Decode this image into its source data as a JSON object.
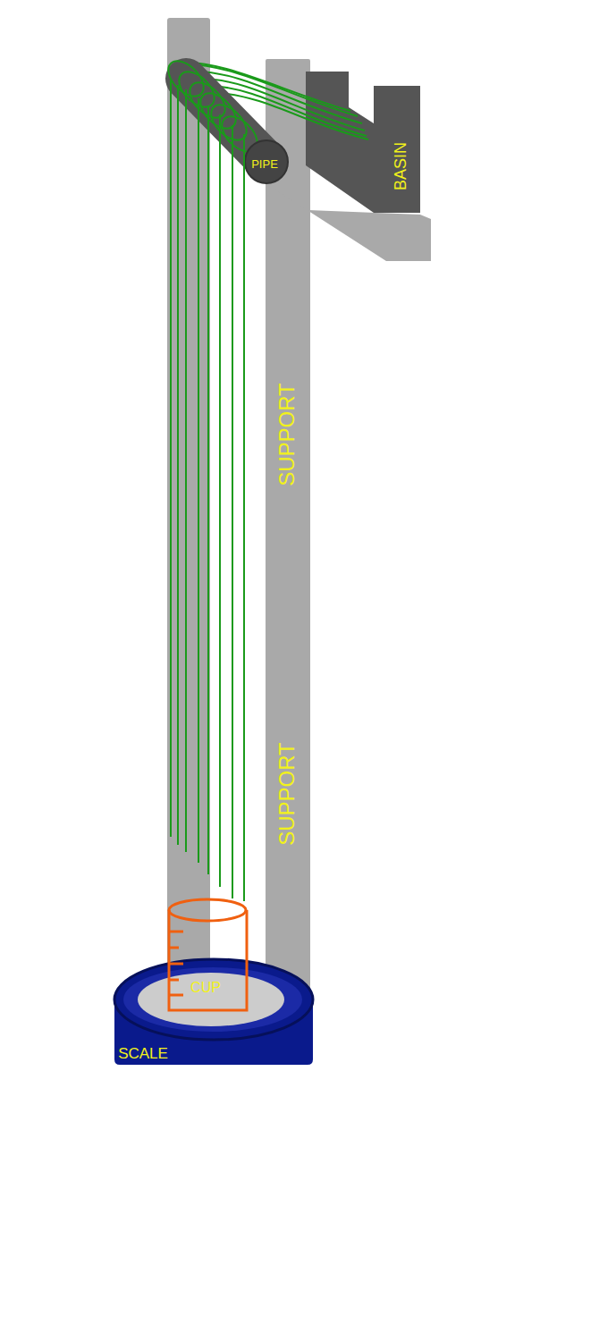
{
  "diagram": {
    "labels": [
      "PIPE",
      "BASIN",
      "SUPPORT",
      "SUPPORT",
      "CUP",
      "SCALE"
    ]
  }
}
